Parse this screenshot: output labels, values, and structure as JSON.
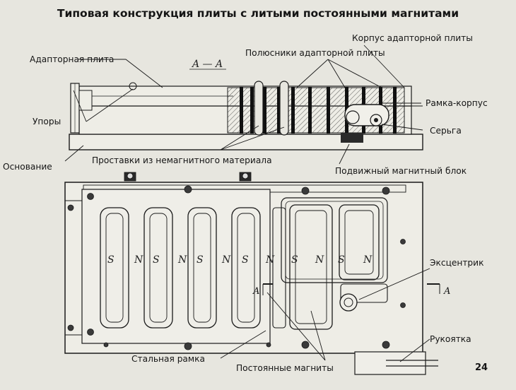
{
  "title": "Типовая конструкция плиты с литыми постоянными магнитами",
  "section_mark": "A — A",
  "cut_letter": "A",
  "labels": {
    "adapter_plate": "Адапторная плита",
    "adapter_housing": "Корпус адапторной плиты",
    "adapter_poles": "Полюсники адапторной плиты",
    "frame_housing": "Рамка-корпус",
    "stops": "Упоры",
    "link": "Серьга",
    "base": "Основание",
    "spacers": "Проставки из немагнитного материала",
    "movable_block": "Подвижный магнитный блок",
    "eccentric": "Эксцентрик",
    "handle": "Рукоятка",
    "steel_frame": "Стальная рамка",
    "permanent_magnets": "Постоянные магниты"
  },
  "poles": [
    "S",
    "N",
    "S",
    "N",
    "S",
    "N",
    "S",
    "N",
    "S",
    "N",
    "S",
    "N"
  ],
  "page_number": "24",
  "colors": {
    "background": "#e7e6df",
    "ink": "#1a1a1a"
  }
}
